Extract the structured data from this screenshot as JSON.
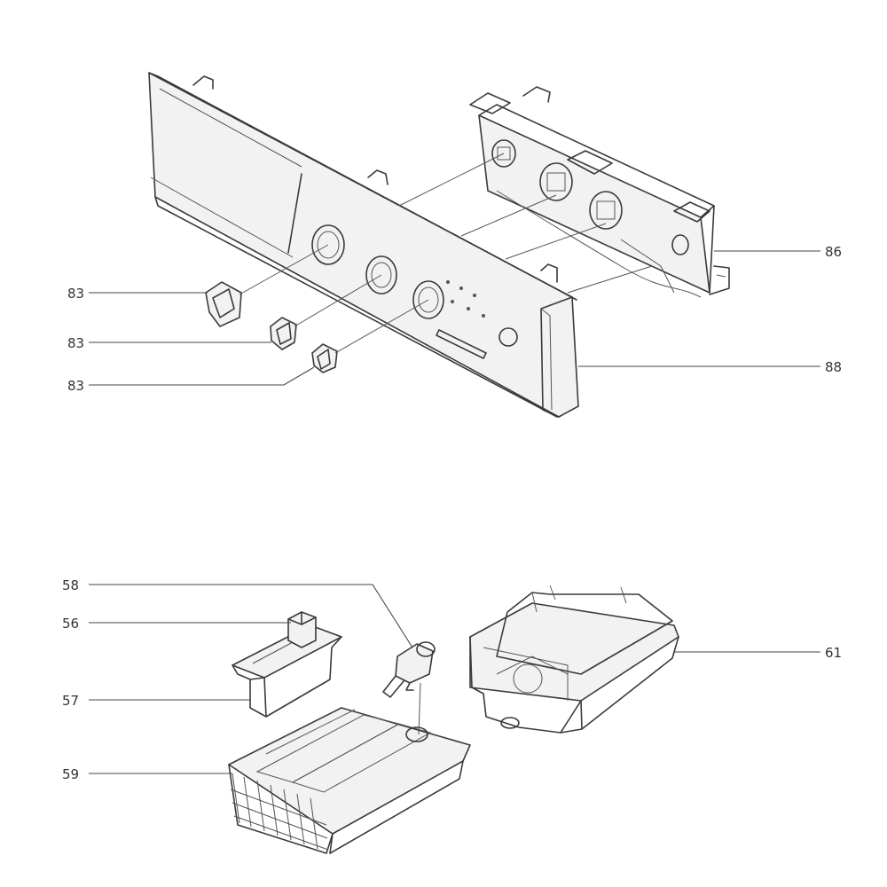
{
  "callouts": {
    "knob_top": "83",
    "knob_mid": "83",
    "knob_bottom": "83",
    "control_board": "86",
    "control_panel": "88",
    "siphon_cap": "58",
    "softener_cap": "56",
    "softener_insert": "57",
    "dispenser_drawer": "59",
    "dispenser_housing": "61"
  }
}
